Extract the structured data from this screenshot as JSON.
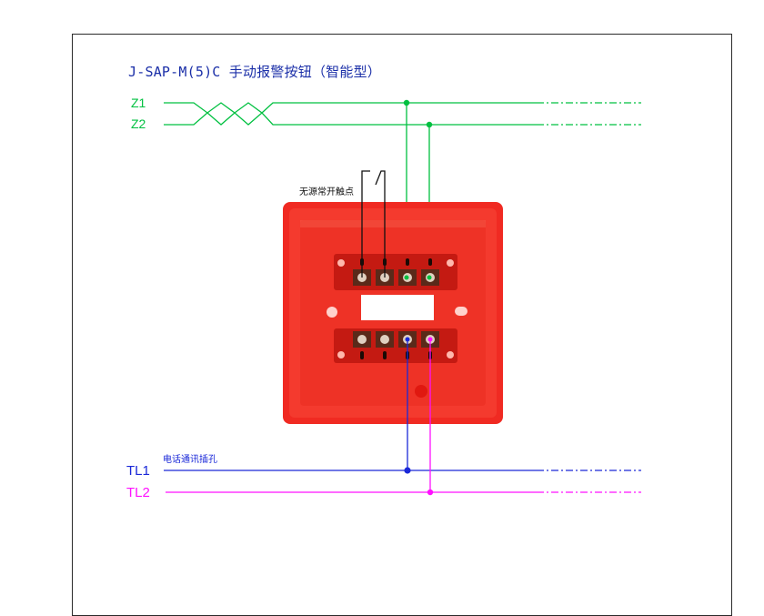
{
  "title": "J-SAP-M(5)C 手动报警按钮（智能型）",
  "labels": {
    "z1": "Z1",
    "z2": "Z2",
    "contact": "无源常开触点",
    "phone": "电话通讯插孔",
    "tl1": "TL1",
    "tl2": "TL2"
  },
  "colors": {
    "z_lines": "#00c040",
    "tl1": "#1a28d8",
    "tl2": "#ff10ff",
    "device": "#f02a22",
    "title": "#1b2fa8"
  }
}
